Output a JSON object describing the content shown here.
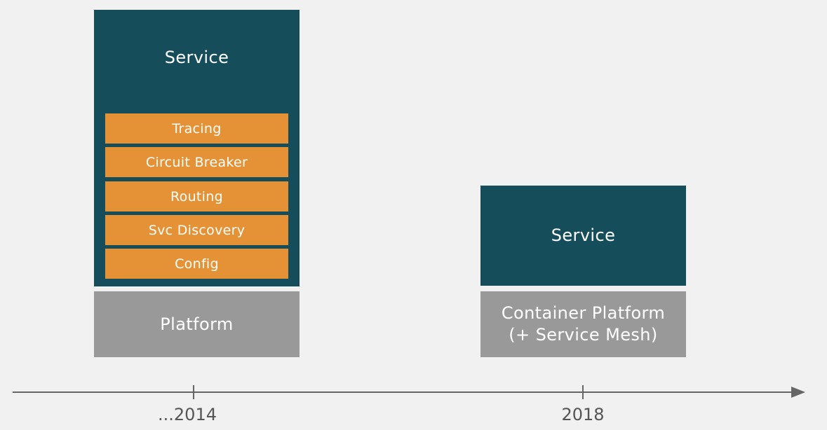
{
  "era_2014": {
    "service_label": "Service",
    "capabilities": [
      "Tracing",
      "Circuit Breaker",
      "Routing",
      "Svc Discovery",
      "Config"
    ],
    "platform_label": "Platform",
    "year_label": "...2014"
  },
  "era_2018": {
    "service_label": "Service",
    "platform_line1": "Container Platform",
    "platform_line2": "(+ Service Mesh)",
    "year_label": "2018"
  },
  "colors": {
    "service": "#154d5a",
    "capability": "#e59236",
    "platform": "#999999",
    "background": "#f1f1f1",
    "axis": "#666666"
  }
}
